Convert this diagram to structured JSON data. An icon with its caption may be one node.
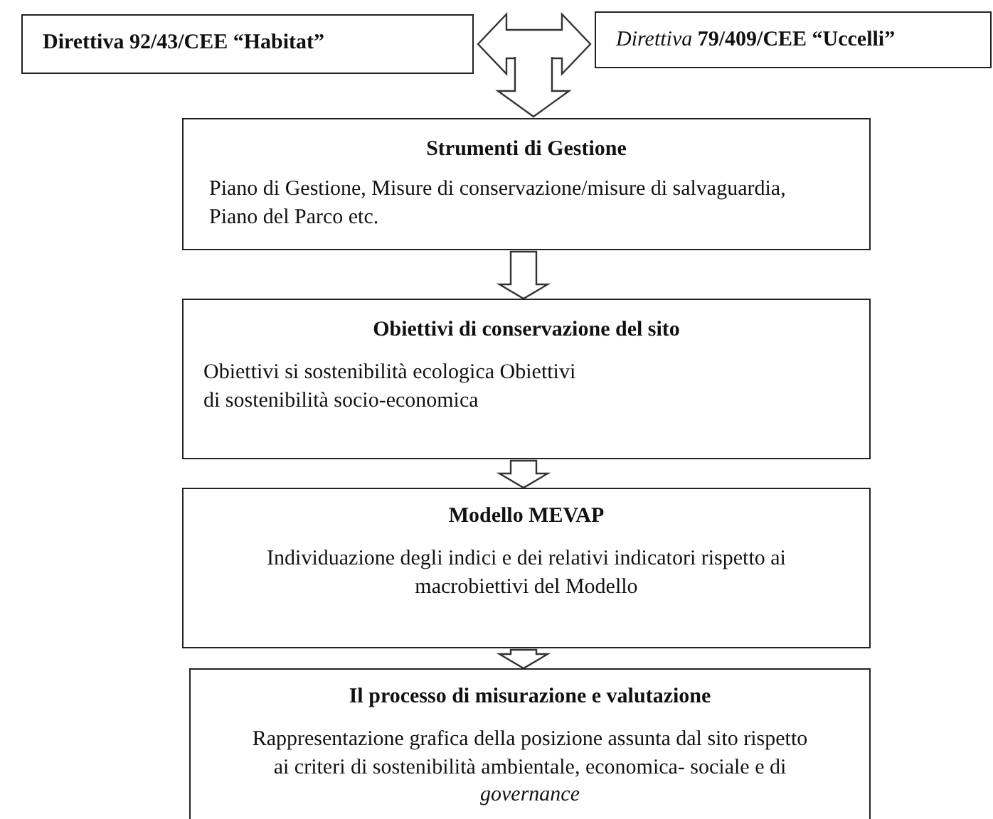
{
  "diagram": {
    "nodes": [
      {
        "text": [
          "Direttiva 92/43/CEE “Habitat”"
        ]
      },
      {
        "text": [
          "*Direttiva* **79/409/CEE “Uccelli”**"
        ]
      },
      {
        "text": [
          "Strumenti di Gestione",
          "Piano di Gestione, Misure di conservazione/misure di salvaguardia, Piano del Parco etc."
        ]
      },
      {
        "text": [
          "Obiettivi di conservazione del sito",
          "Obiettivi si sostenibilità ecologica Obiettivi di sostenibilità socio-economica"
        ]
      },
      {
        "text": [
          "Modello MEVAP",
          "Individuazione degli indici e dei relativi indicatori rispetto ai macrobiettivi del Modello"
        ]
      },
      {
        "text": [
          "Il processo di misurazione e valutazione",
          "Rappresentazione grafica della posizione assunta dal sito rispetto ai criteri di sostenibilità ambientale, economica- sociale e di *governance*"
        ]
      }
    ],
    "edges": [
      {
        "from": 0,
        "to": 1,
        "arrow": "both"
      },
      {
        "from": null,
        "to": 2,
        "arrow": "to"
      },
      {
        "from": 2,
        "to": 3,
        "arrow": "to"
      },
      {
        "from": 3,
        "to": 4,
        "arrow": "to"
      },
      {
        "from": 4,
        "to": 5,
        "arrow": "to"
      }
    ]
  }
}
